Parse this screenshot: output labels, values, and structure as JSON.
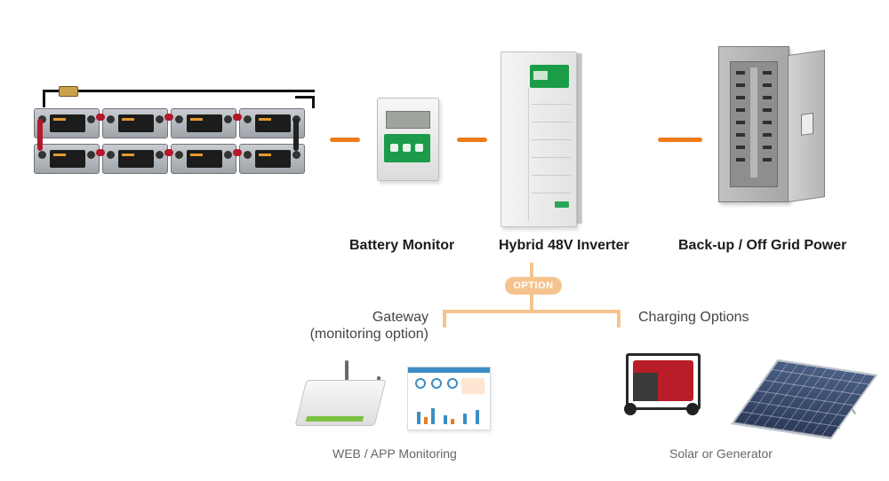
{
  "nodes": {
    "battery_monitor": "Battery Monitor",
    "inverter": "Hybrid 48V Inverter",
    "backup_power": "Back-up / Off Grid Power"
  },
  "option_badge": "OPTION",
  "branches": {
    "gateway_line1": "Gateway",
    "gateway_line2": "(monitoring option)",
    "charging": "Charging Options"
  },
  "captions": {
    "monitoring": "WEB / APP Monitoring",
    "solar_generator": "Solar or Generator"
  },
  "colors": {
    "connector": "#f07b1a",
    "option_tree": "#f5c48e"
  }
}
